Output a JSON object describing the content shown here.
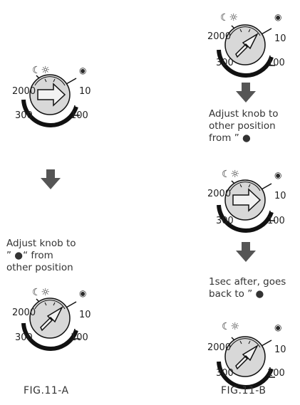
{
  "diagram": {
    "dial_labels": {
      "high": "2000",
      "mid": "300",
      "low": "100",
      "right": "10"
    },
    "captions": {
      "a": [
        "Adjust knob to",
        "” ●“ from",
        "other position"
      ],
      "b1": [
        "Adjust knob to",
        "other position",
        "from ”  ●"
      ],
      "b2": [
        "1sec after, goes",
        "back to ”  ●"
      ]
    },
    "figures": {
      "a": "FIG.11-A",
      "b": "FIG.11-B"
    },
    "icons": {
      "light": "sun-moon-icon",
      "eye": "eye-icon",
      "down": "down-arrow-icon"
    },
    "colors": {
      "ink": "#222222",
      "arrow_fill": "#555555",
      "knob_fill": "#d8d8d8"
    }
  }
}
